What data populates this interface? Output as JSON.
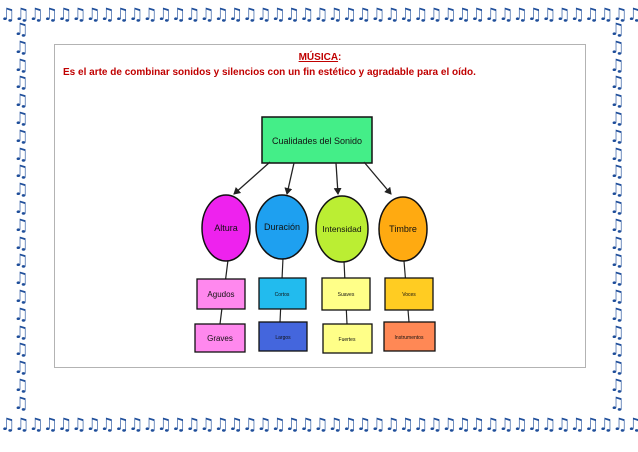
{
  "border": {
    "glyph": "♫",
    "color": "#1f4e9a"
  },
  "heading": {
    "title": "MÚSICA",
    "colon": ":"
  },
  "definition": "Es el arte de combinar sonidos y silencios con un fin estético y agradable para el oído.",
  "diagram": {
    "root": {
      "label": "Cualidades del  Sonido",
      "color": "#44ee88"
    },
    "qualities": [
      {
        "label": "Altura",
        "color": "#ee22ee",
        "items": [
          {
            "label": "Agudos",
            "color": "#ff88ee"
          },
          {
            "label": "Graves",
            "color": "#ff88ee"
          }
        ]
      },
      {
        "label": "Duración",
        "color": "#1ea0f0",
        "items": [
          {
            "label": "Cortos",
            "color": "#22bbee"
          },
          {
            "label": "Largos",
            "color": "#4466dd"
          }
        ]
      },
      {
        "label": "Intensidad",
        "color": "#bbee33",
        "items": [
          {
            "label": "Suaves",
            "color": "#ffff88"
          },
          {
            "label": "Fuertes",
            "color": "#ffff88"
          }
        ]
      },
      {
        "label": "Timbre",
        "color": "#ffaa11",
        "items": [
          {
            "label": "Voces",
            "color": "#ffcc22"
          },
          {
            "label": "Instrumentos",
            "color": "#ff8855"
          }
        ]
      }
    ]
  }
}
